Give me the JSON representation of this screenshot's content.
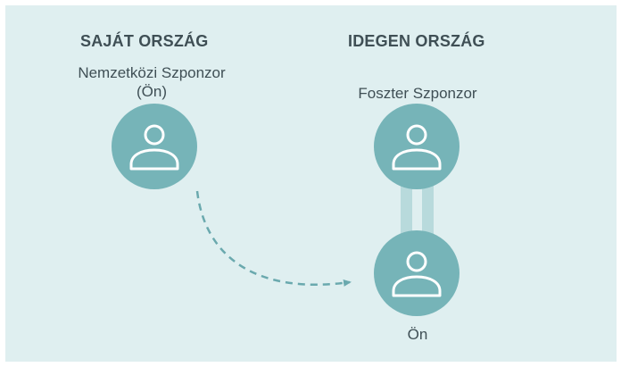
{
  "home": {
    "heading": "SAJÁT ORSZÁG",
    "label_line1": "Nemzetközi Szponzor",
    "label_line2": "(Ön)"
  },
  "foreign": {
    "heading": "IDEGEN ORSZÁG",
    "sponsor_label": "Foszter Szponzor",
    "you_label": "Ön"
  },
  "colors": {
    "background": "#dfeff0",
    "node": "#76b4b8",
    "link": "#b8dadc",
    "arrow": "#6aa9ae",
    "text": "#3f4f55",
    "icon": "#ffffff"
  },
  "icons": {
    "person": "user-icon"
  }
}
